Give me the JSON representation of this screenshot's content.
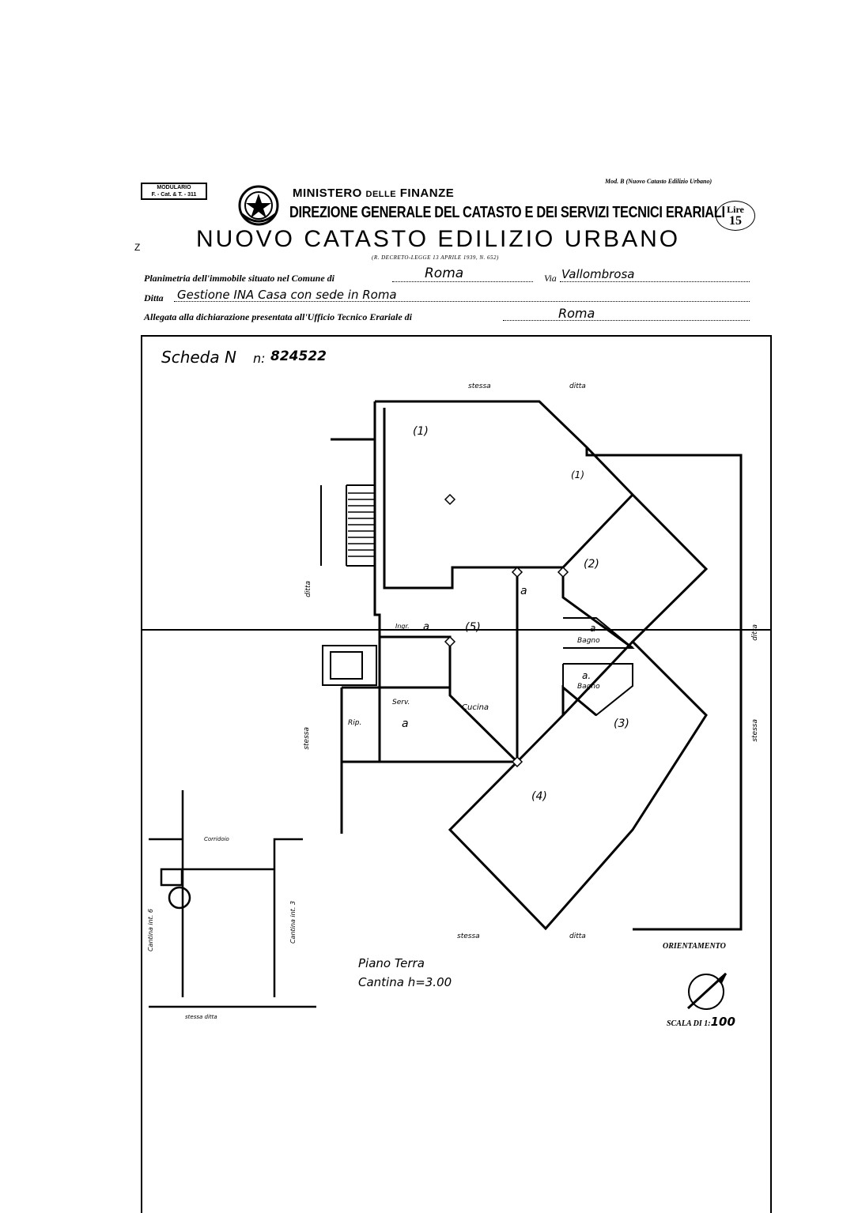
{
  "header": {
    "modulario": [
      "MODULARIO",
      "F. - Cat. & T. - 311"
    ],
    "mod_b": "Mod. B (Nuovo Catasto Edilizio Urbano)",
    "ministero_main": "MINISTERO",
    "ministero_delle": "DELLE",
    "ministero_finanze": "FINANZE",
    "direzione": "DIREZIONE GENERALE DEL CATASTO E DEI SERVIZI TECNICI ERARIALI",
    "lire_label": "Lire",
    "lire_value": "15",
    "catasto_title": "NUOVO CATASTO EDILIZIO URBANO",
    "decreto": "(R. DECRETO-LEGGE 13 APRILE 1939, N. 652)"
  },
  "form": {
    "planimetria_label": "Planimetria dell'immobile situato nel Comune di",
    "comune_value": "Roma",
    "via_label": "Via",
    "via_value": "Vallombrosa",
    "ditta_label": "Ditta",
    "ditta_value": "Gestione INA Casa con sede in Roma",
    "allegata_label": "Allegata alla dichiarazione presentata all'Ufficio Tecnico Erariale di",
    "allegata_value": "Roma"
  },
  "sheet": {
    "scheda_label": "Scheda N",
    "scheda_prefix": "n:",
    "scheda_number": "824522",
    "border_labels": {
      "top_stessa": "stessa",
      "top_ditta": "ditta",
      "left_ditta": "ditta",
      "left_stessa": "stessa",
      "right_ditta": "ditta",
      "right_stessa": "stessa",
      "bottom_stessa": "stessa",
      "bottom_ditta": "ditta",
      "cellar_bottom": "stessa ditta"
    },
    "rooms": {
      "r1": "(1)",
      "r2": "(2)",
      "r3": "(3)",
      "r4": "(4)",
      "r5": "(5)",
      "r1b": "(1)",
      "a1": "a",
      "a2": "a",
      "ingr": "Ingr.",
      "bagno1_a": "a",
      "bagno1": "Bagno",
      "bagno2_a": "a.",
      "bagno2": "Bagno",
      "serv": "Serv.",
      "serv_a": "a",
      "cucina": "Cucina",
      "rip": "Rip."
    },
    "cellar": {
      "corridoio": "Corridoio",
      "cantina_left": "Cantina int. 6",
      "cantina_right": "Cantina int. 3"
    },
    "piano": "Piano Terra",
    "cantina": "Cantina h=3.00",
    "orientamento": "ORIENTAMENTO",
    "scala_label": "SCALA DI 1:",
    "scala_value": "100"
  },
  "margin_marks": {
    "left_mark": "Z"
  }
}
